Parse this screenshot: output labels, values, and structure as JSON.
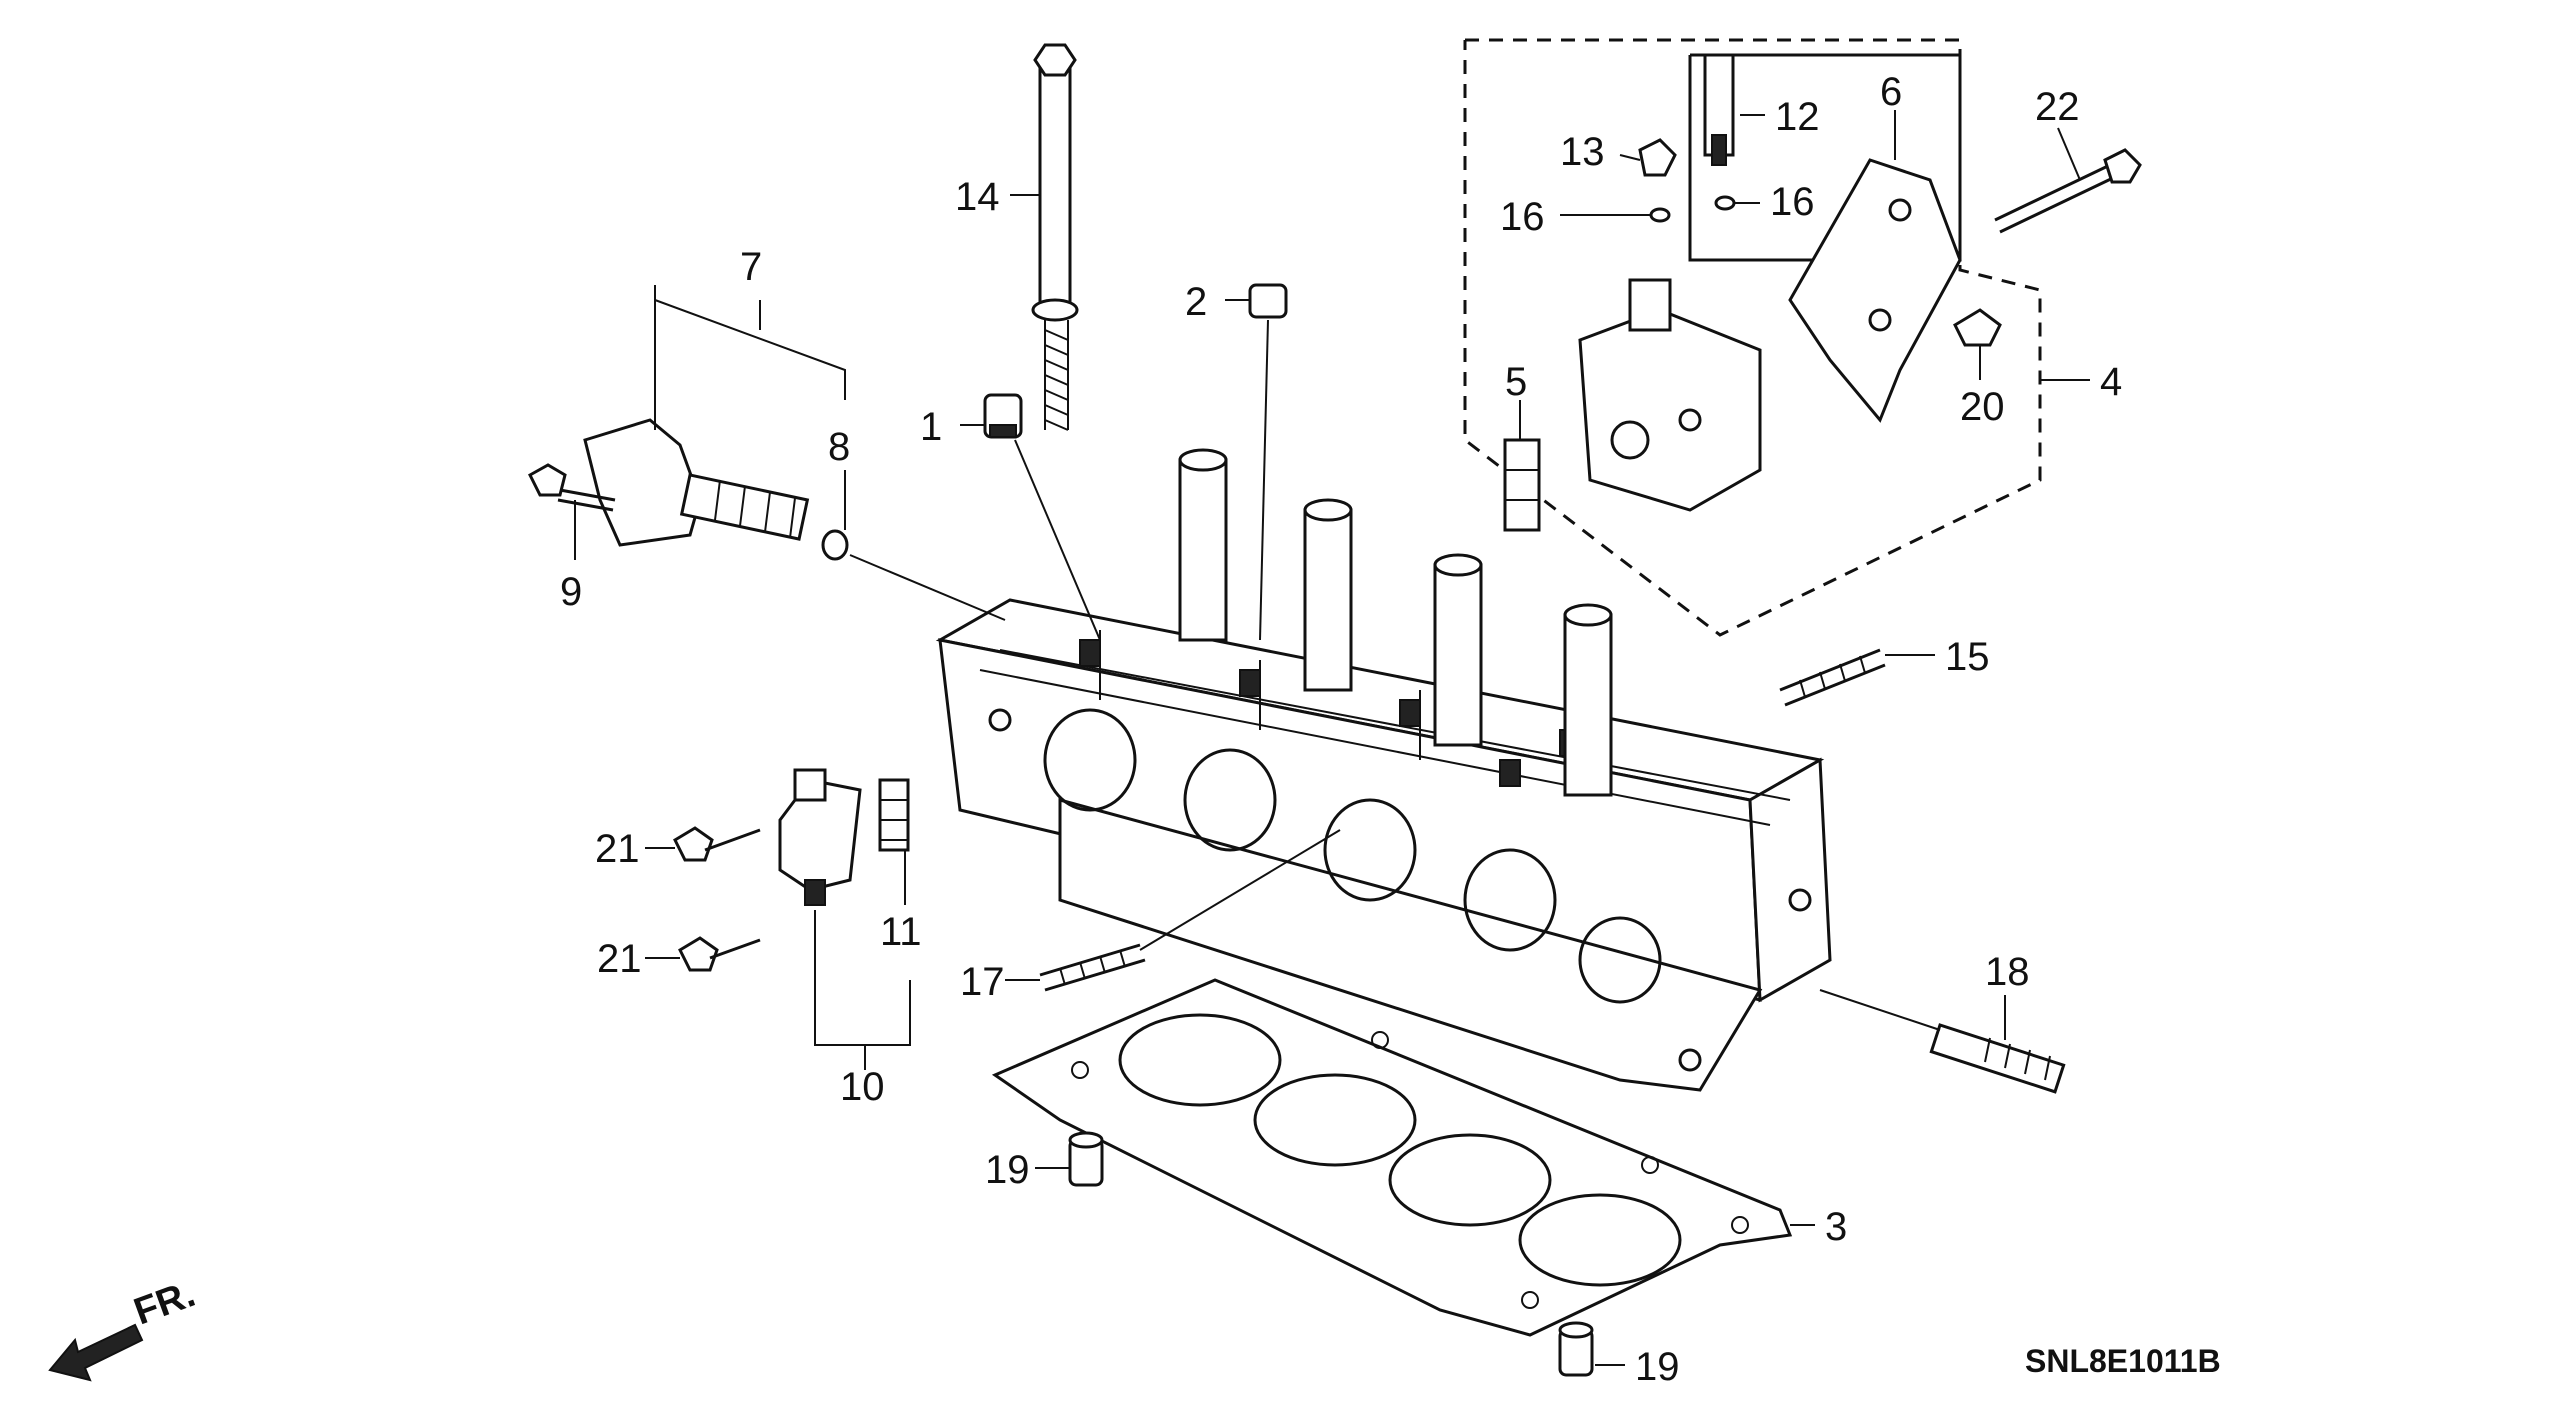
{
  "diagram": {
    "callouts": [
      {
        "id": "c1",
        "label": "1"
      },
      {
        "id": "c2",
        "label": "2"
      },
      {
        "id": "c3",
        "label": "3"
      },
      {
        "id": "c4",
        "label": "4"
      },
      {
        "id": "c5",
        "label": "5"
      },
      {
        "id": "c6",
        "label": "6"
      },
      {
        "id": "c7",
        "label": "7"
      },
      {
        "id": "c8",
        "label": "8"
      },
      {
        "id": "c9",
        "label": "9"
      },
      {
        "id": "c10",
        "label": "10"
      },
      {
        "id": "c11",
        "label": "11"
      },
      {
        "id": "c12",
        "label": "12"
      },
      {
        "id": "c13",
        "label": "13"
      },
      {
        "id": "c14",
        "label": "14"
      },
      {
        "id": "c15",
        "label": "15"
      },
      {
        "id": "c16a",
        "label": "16"
      },
      {
        "id": "c16b",
        "label": "16"
      },
      {
        "id": "c17",
        "label": "17"
      },
      {
        "id": "c18",
        "label": "18"
      },
      {
        "id": "c19a",
        "label": "19"
      },
      {
        "id": "c19b",
        "label": "19"
      },
      {
        "id": "c20",
        "label": "20"
      },
      {
        "id": "c21a",
        "label": "21"
      },
      {
        "id": "c21b",
        "label": "21"
      },
      {
        "id": "c22",
        "label": "22"
      }
    ],
    "front_indicator": "FR.",
    "reference_code": "SNL8E1011B"
  }
}
